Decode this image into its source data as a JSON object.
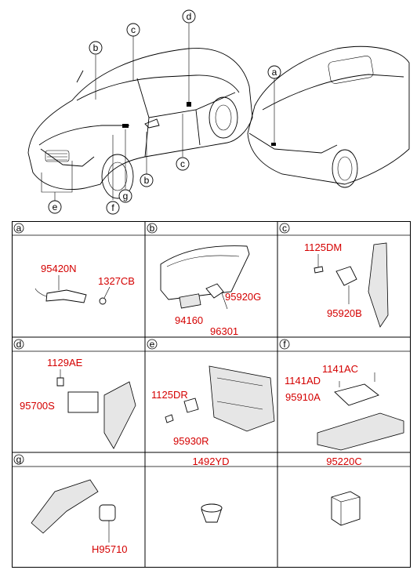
{
  "overview": {
    "callouts": {
      "a": "a",
      "b": "b",
      "c": "c",
      "d": "d",
      "e": "e",
      "f": "f",
      "g": "g"
    }
  },
  "cells": [
    {
      "id": "a",
      "header_letter": "a",
      "header_title": "",
      "parts": [
        "95420N",
        "1327CB"
      ]
    },
    {
      "id": "b",
      "header_letter": "b",
      "header_title": "",
      "parts": [
        "95920G",
        "94160",
        "96301"
      ]
    },
    {
      "id": "c",
      "header_letter": "c",
      "header_title": "",
      "parts": [
        "1125DM",
        "95920B"
      ]
    },
    {
      "id": "d",
      "header_letter": "d",
      "header_title": "",
      "parts": [
        "1129AE",
        "95700S"
      ]
    },
    {
      "id": "e",
      "header_letter": "e",
      "header_title": "",
      "parts": [
        "1125DR",
        "95930R"
      ]
    },
    {
      "id": "f",
      "header_letter": "f",
      "header_title": "",
      "parts": [
        "1141AC",
        "1141AD",
        "95910A"
      ]
    },
    {
      "id": "g",
      "header_letter": "g",
      "header_title": "",
      "parts": [
        "H95710"
      ]
    },
    {
      "id": "h",
      "header_letter": "",
      "header_title": "1492YD",
      "parts": []
    },
    {
      "id": "i",
      "header_letter": "",
      "header_title": "95220C",
      "parts": []
    }
  ]
}
